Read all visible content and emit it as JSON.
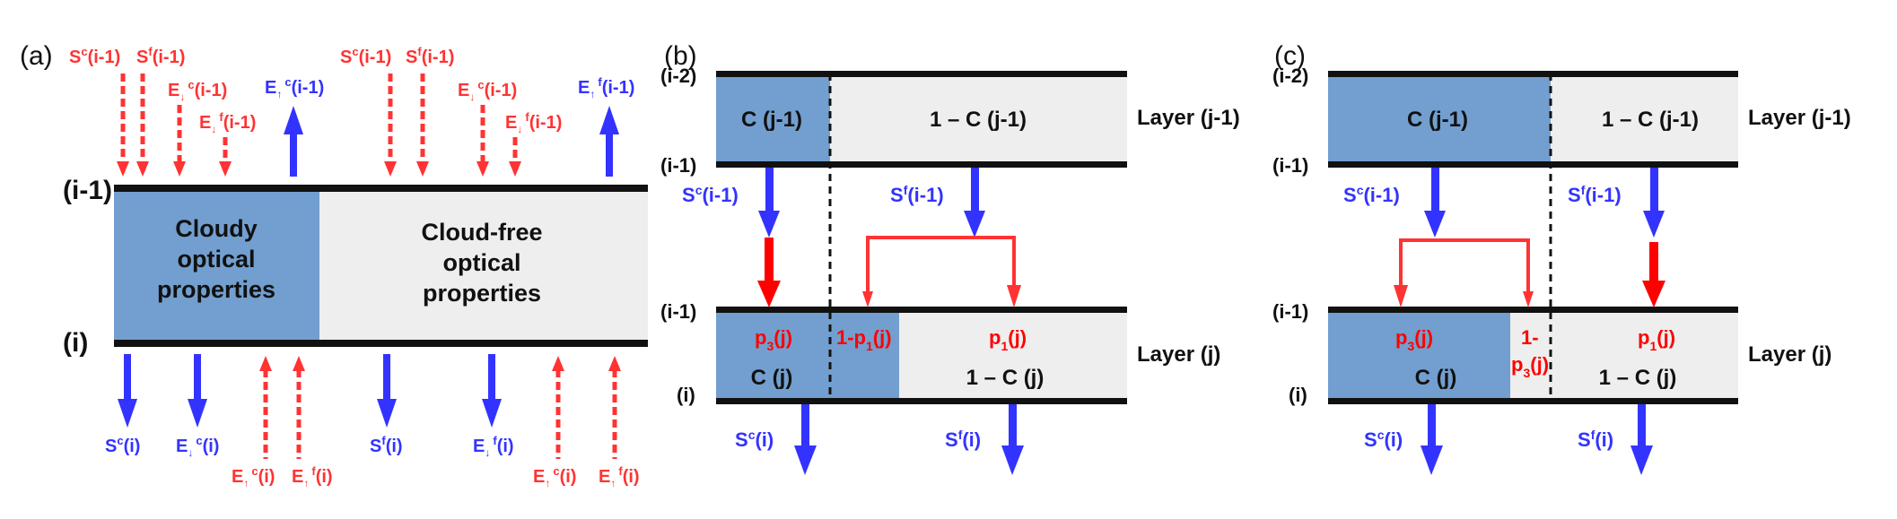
{
  "colors": {
    "cloudy": "#729fcf",
    "cloud_free": "#eeeeee",
    "blue_arrow": "#3333ff",
    "red_arrow": "#ff3333",
    "red_solid": "#ff0000",
    "bar": "#000000"
  },
  "panel_a": {
    "tag": "(a)",
    "level_top": "(i-1)",
    "level_bottom": "(i)",
    "cloudy_text": [
      "Cloudy",
      "optical",
      "properties"
    ],
    "cloudfree_text": [
      "Cloud-free",
      "optical",
      "properties"
    ],
    "top_labels": {
      "s_c": {
        "base": "S",
        "sup": "c",
        "arg": "(i-1)"
      },
      "s_f": {
        "base": "S",
        "sup": "f",
        "arg": "(i-1)"
      },
      "e_dn_c": {
        "base": "E",
        "dir": "down",
        "sup": "c",
        "arg": "(i-1)"
      },
      "e_dn_f": {
        "base": "E",
        "dir": "down",
        "sup": "f",
        "arg": "(i-1)"
      },
      "e_up_c": {
        "base": "E",
        "dir": "up",
        "sup": "c",
        "arg": "(i-1)"
      },
      "e_up_f": {
        "base": "E",
        "dir": "up",
        "sup": "f",
        "arg": "(i-1)"
      }
    },
    "bottom_labels": {
      "s_c": {
        "base": "S",
        "sup": "c",
        "arg": "(i)"
      },
      "e_dn_c": {
        "base": "E",
        "dir": "down",
        "sup": "c",
        "arg": "(i)"
      },
      "e_up_c": {
        "base": "E",
        "dir": "up",
        "sup": "c",
        "arg": "(i)"
      },
      "e_up_f": {
        "base": "E",
        "dir": "up",
        "sup": "f",
        "arg": "(i)"
      },
      "s_f": {
        "base": "S",
        "sup": "f",
        "arg": "(i)"
      },
      "e_dn_f": {
        "base": "E",
        "dir": "down",
        "sup": "f",
        "arg": "(i)"
      }
    }
  },
  "panel_b": {
    "tag": "(b)",
    "levels": [
      "(i-2)",
      "(i-1)",
      "(i-1)",
      "(i)"
    ],
    "upper_cloudy": "C (j-1)",
    "upper_free": "1 – C (j-1)",
    "upper_layer": "Layer (j-1)",
    "lower_layer": "Layer (j)",
    "lower_cloudy": "C (j)",
    "lower_free": "1 – C (j)",
    "p_cloudy": {
      "base": "p",
      "sub": "3",
      "arg": "(j)"
    },
    "p_mid": {
      "pre": "1-p",
      "sub": "1",
      "arg": "(j)"
    },
    "p_free": {
      "base": "p",
      "sub": "1",
      "arg": "(j)"
    },
    "s_c_top": {
      "base": "S",
      "sup": "c",
      "arg": "(i-1)"
    },
    "s_f_top": {
      "base": "S",
      "sup": "f",
      "arg": "(i-1)"
    },
    "s_c_bot": {
      "base": "S",
      "sup": "c",
      "arg": "(i)"
    },
    "s_f_bot": {
      "base": "S",
      "sup": "f",
      "arg": "(i)"
    }
  },
  "panel_c": {
    "tag": "(c)",
    "levels": [
      "(i-2)",
      "(i-1)",
      "(i-1)",
      "(i)"
    ],
    "upper_cloudy": "C (j-1)",
    "upper_free": "1 – C (j-1)",
    "upper_layer": "Layer (j-1)",
    "lower_layer": "Layer (j)",
    "lower_cloudy": "C (j)",
    "lower_free": "1 – C (j)",
    "p_cloudy": {
      "base": "p",
      "sub": "3",
      "arg": "(j)"
    },
    "p_mid_line1": "1-",
    "p_mid_line2": {
      "base": "p",
      "sub": "3",
      "arg": "(j)"
    },
    "p_free": {
      "base": "p",
      "sub": "1",
      "arg": "(j)"
    },
    "s_c_top": {
      "base": "S",
      "sup": "c",
      "arg": "(i-1)"
    },
    "s_f_top": {
      "base": "S",
      "sup": "f",
      "arg": "(i-1)"
    },
    "s_c_bot": {
      "base": "S",
      "sup": "c",
      "arg": "(i)"
    },
    "s_f_bot": {
      "base": "S",
      "sup": "f",
      "arg": "(i)"
    }
  }
}
